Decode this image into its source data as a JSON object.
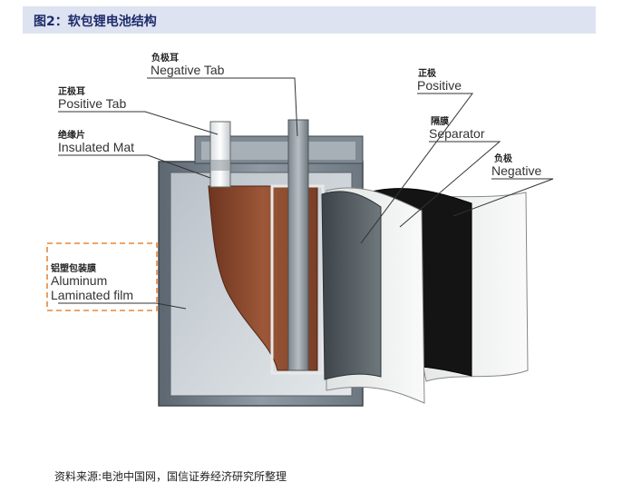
{
  "header": {
    "title": "图2：软包锂电池结构"
  },
  "labels": {
    "negative_tab": {
      "cn": "负极耳",
      "en": "Negative Tab"
    },
    "positive_tab": {
      "cn": "正极耳",
      "en": "Positive Tab"
    },
    "insulated_mat": {
      "cn": "绝缘片",
      "en": "Insulated Mat"
    },
    "aluminum_film": {
      "cn": "铝塑包装膜",
      "en1": "Aluminum",
      "en2": "Laminated film"
    },
    "positive": {
      "cn": "正极",
      "en": "Positive"
    },
    "separator": {
      "cn": "隔膜",
      "en": "Separator"
    },
    "negative": {
      "cn": "负极",
      "en": "Negative"
    }
  },
  "footer": {
    "source": "资料来源:电池中国网，国信证券经济研究所整理"
  },
  "colors": {
    "title_bg": "#dde3f1",
    "title_text": "#1f2b6b",
    "highlight_box": "#e8873a",
    "copper": "#8a4a2e",
    "separator_black": "#141414"
  }
}
